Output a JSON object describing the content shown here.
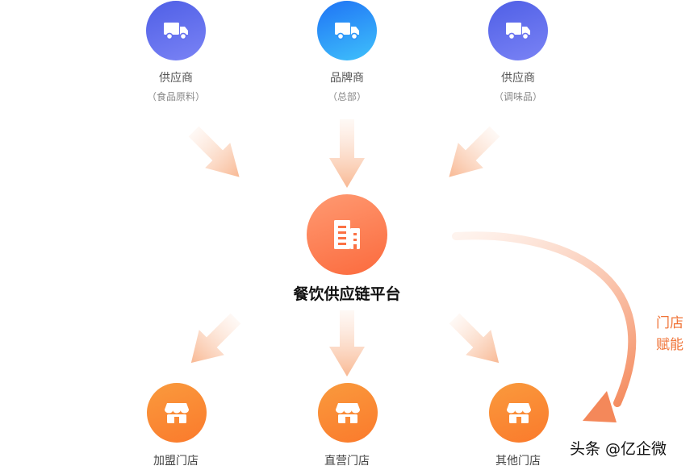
{
  "suppliers": [
    {
      "title": "供应商",
      "subtitle": "（食品原料）",
      "icon": "truck-icon",
      "color": "purple"
    },
    {
      "title": "品牌商",
      "subtitle": "（总部）",
      "icon": "truck-icon",
      "color": "blue"
    },
    {
      "title": "供应商",
      "subtitle": "（调味品）",
      "icon": "truck-icon",
      "color": "purple"
    }
  ],
  "center": {
    "title": "餐饮供应链平台",
    "icon": "building-icon"
  },
  "stores": [
    {
      "title": "加盟门店",
      "icon": "storefront-icon"
    },
    {
      "title": "直营门店",
      "icon": "storefront-icon"
    },
    {
      "title": "其他门店",
      "icon": "storefront-icon"
    }
  ],
  "empower_label": {
    "line1": "门店",
    "line2": "赋能"
  },
  "watermark": "头条 @亿企微",
  "colors": {
    "arrow": "#f8b58e",
    "curve_arrow": "#f27a45",
    "store_orange": "#fb8a35",
    "center_orange": "#fb7144",
    "supplier_purple": "#5f6cec",
    "supplier_blue": "#2a8ff7"
  }
}
